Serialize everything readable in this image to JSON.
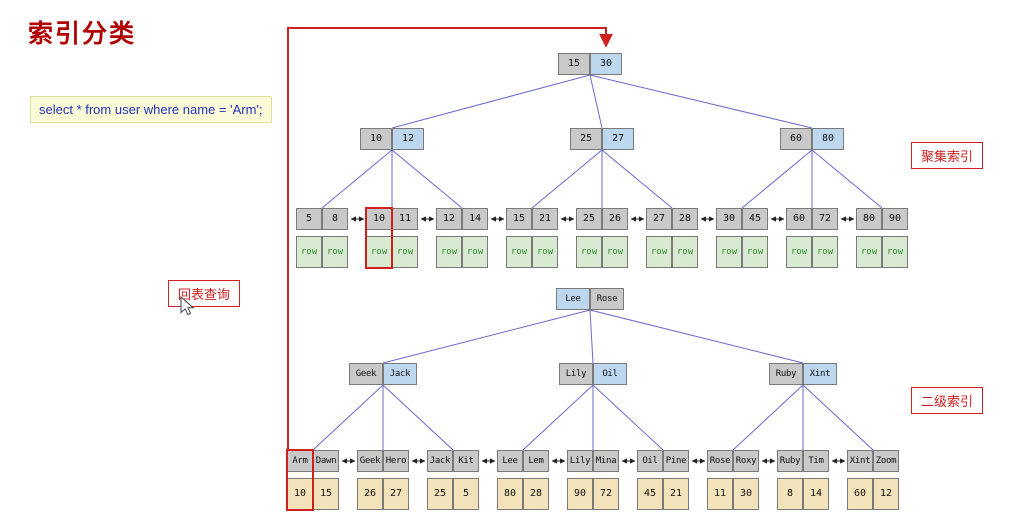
{
  "title": "索引分类",
  "sql_query": "select * from user where name = 'Arm';",
  "labels": {
    "back_to_table": "回表查询",
    "clustered_index": "聚集索引",
    "secondary_index": "二级索引"
  },
  "clustered_tree": {
    "label": "聚集索引",
    "root": [
      "15",
      "30"
    ],
    "internal_nodes": [
      [
        "10",
        "12"
      ],
      [
        "25",
        "27"
      ],
      [
        "60",
        "80"
      ]
    ],
    "leaves": [
      {
        "keys": [
          "5",
          "8"
        ],
        "rows": [
          "row",
          "row"
        ]
      },
      {
        "keys": [
          "10",
          "11"
        ],
        "rows": [
          "row",
          "row"
        ],
        "highlighted_cell": 0
      },
      {
        "keys": [
          "12",
          "14"
        ],
        "rows": [
          "row",
          "row"
        ]
      },
      {
        "keys": [
          "15",
          "21"
        ],
        "rows": [
          "row",
          "row"
        ]
      },
      {
        "keys": [
          "25",
          "26"
        ],
        "rows": [
          "row",
          "row"
        ]
      },
      {
        "keys": [
          "27",
          "28"
        ],
        "rows": [
          "row",
          "row"
        ]
      },
      {
        "keys": [
          "30",
          "45"
        ],
        "rows": [
          "row",
          "row"
        ]
      },
      {
        "keys": [
          "60",
          "72"
        ],
        "rows": [
          "row",
          "row"
        ]
      },
      {
        "keys": [
          "80",
          "90"
        ],
        "rows": [
          "row",
          "row"
        ]
      }
    ]
  },
  "secondary_tree": {
    "label": "二级索引",
    "root": [
      "Lee",
      "Rose"
    ],
    "internal_nodes": [
      [
        "Geek",
        "Jack"
      ],
      [
        "Lily",
        "Oil"
      ],
      [
        "Ruby",
        "Xint"
      ]
    ],
    "leaves": [
      {
        "keys": [
          "Arm",
          "Dawn"
        ],
        "values": [
          "10",
          "15"
        ],
        "highlighted_cell": 0
      },
      {
        "keys": [
          "Geek",
          "Hero"
        ],
        "values": [
          "26",
          "27"
        ]
      },
      {
        "keys": [
          "Jack",
          "Kit"
        ],
        "values": [
          "25",
          "5"
        ]
      },
      {
        "keys": [
          "Lee",
          "Lem"
        ],
        "values": [
          "80",
          "28"
        ]
      },
      {
        "keys": [
          "Lily",
          "Mina"
        ],
        "values": [
          "90",
          "72"
        ]
      },
      {
        "keys": [
          "Oil",
          "Pine"
        ],
        "values": [
          "45",
          "21"
        ]
      },
      {
        "keys": [
          "Rose",
          "Roxy"
        ],
        "values": [
          "11",
          "30"
        ]
      },
      {
        "keys": [
          "Ruby",
          "Tim"
        ],
        "values": [
          "8",
          "14"
        ]
      },
      {
        "keys": [
          "Xint",
          "Zoom"
        ],
        "values": [
          "60",
          "12"
        ]
      }
    ]
  },
  "colors": {
    "accent_red": "#cf2020",
    "title_red": "#b00000",
    "edge_blue": "#6a6ace",
    "node_gray": "#c9c9c9",
    "node_blue": "#bdd7ee",
    "row_green_bg": "#d9ead3",
    "row_green_text": "#2e8b2e",
    "value_tan": "#f3e3ba",
    "sql_bg": "#fbfbd8",
    "sql_text": "#2233bb"
  }
}
